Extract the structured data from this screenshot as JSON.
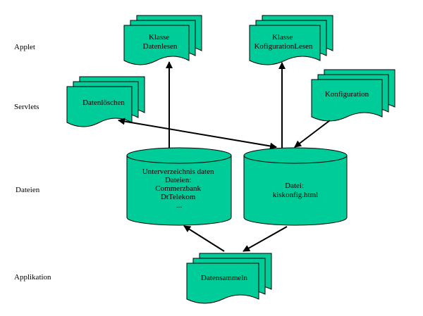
{
  "colors": {
    "shape_fill": "#00cc99",
    "stroke": "#000000",
    "background": "#ffffff"
  },
  "layers": {
    "applet": "Applet",
    "servlets": "Servlets",
    "dateien": "Dateien",
    "applikation": "Applikation"
  },
  "nodes": {
    "klasse_datenlesen": [
      "Klasse",
      "Datenlesen"
    ],
    "klasse_konfiguration_lesen": [
      "Klasse",
      "KofigurationLesen"
    ],
    "datenloeschen": [
      "Datenlöschen"
    ],
    "konfiguration": [
      "Konfiguration"
    ],
    "unterverzeichnis": [
      "Unterverzeichnis daten",
      "Dateien:",
      "Commerzbank",
      "DtTelekom",
      "..."
    ],
    "datei_kiskonfig": [
      "Datei:",
      "kiskonfig.html"
    ],
    "datensammeln": [
      "Datensammeln"
    ]
  }
}
